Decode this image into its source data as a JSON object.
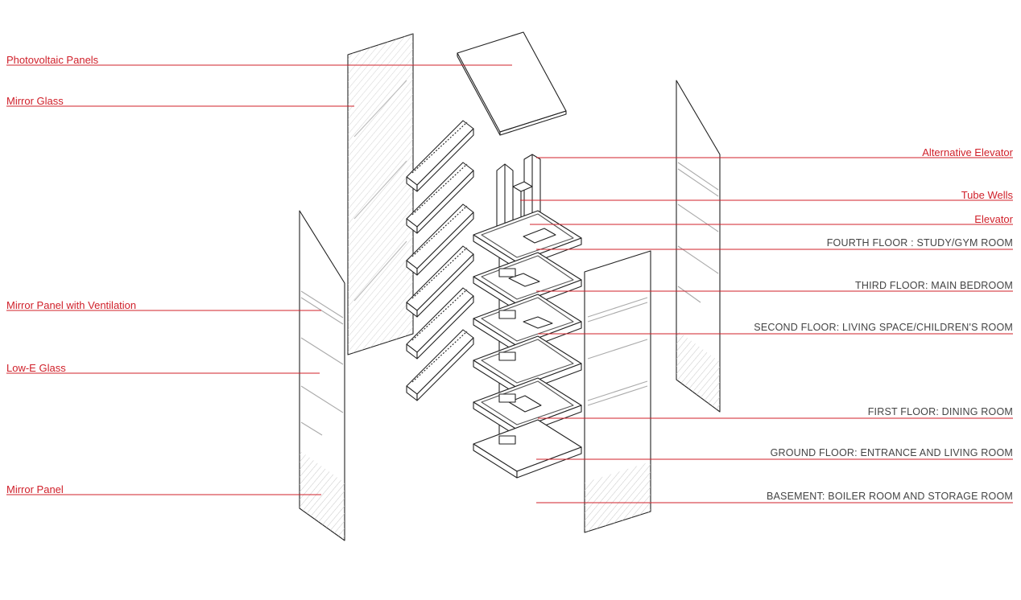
{
  "colors": {
    "callout_line": "#d0202a",
    "callout_text": "#d0202a",
    "floor_text": "#444444",
    "stroke": "#222222",
    "hatch": "#c8c8c8"
  },
  "labels": {
    "photovoltaic_panels": "Photovoltaic Panels",
    "mirror_glass": "Mirror Glass",
    "mirror_panel_ventilation": "Mirror Panel with Ventilation",
    "low_e_glass": "Low-E Glass",
    "mirror_panel": "Mirror Panel",
    "alternative_elevator": "Alternative Elevator",
    "tube_wells": "Tube Wells",
    "elevator": "Elevator",
    "fourth_floor": "FOURTH FLOOR : STUDY/GYM ROOM",
    "third_floor": "THIRD FLOOR: MAIN BEDROOM",
    "second_floor": "SECOND FLOOR: LIVING SPACE/CHILDREN'S ROOM",
    "first_floor": "FIRST FLOOR: DINING ROOM",
    "ground_floor": "GROUND FLOOR: ENTRANCE AND LIVING ROOM",
    "basement": "BASEMENT: BOILER ROOM AND STORAGE ROOM"
  }
}
